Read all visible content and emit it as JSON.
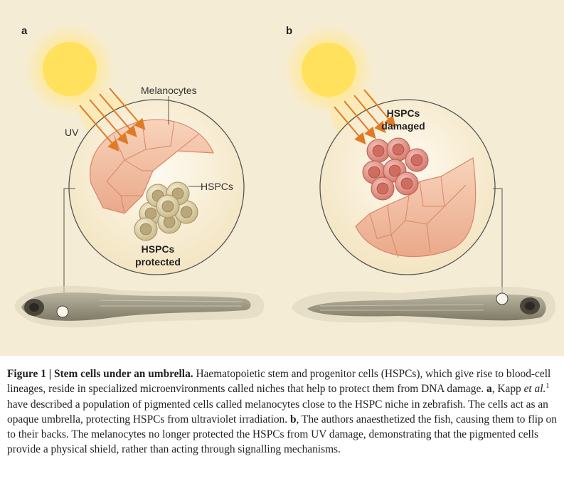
{
  "figure": {
    "panel_a": {
      "letter": "a",
      "uv_label": "UV",
      "melanocytes_label": "Melanocytes",
      "hspcs_label": "HSPCs",
      "status_line1": "HSPCs",
      "status_line2": "protected"
    },
    "panel_b": {
      "letter": "b",
      "status_line1": "HSPCs",
      "status_line2": "damaged"
    }
  },
  "caption": {
    "figure_label": "Figure 1 | Stem cells under an umbrella.",
    "intro": " Haematopoietic stem and progenitor cells (HSPCs), which give rise to blood-cell lineages, reside in specialized microenvironments called niches that help to protect them from DNA damage. ",
    "a_letter": "a",
    "a_pre": ", Kapp ",
    "et_al": "et al.",
    "ref": "1",
    "a_text": " have described a population of pigmented cells called melanocytes close to the HSPC niche in zebrafish. The cells act as an opaque umbrella, protecting HSPCs from ultraviolet irradiation. ",
    "b_letter": "b",
    "b_text": ", The authors anaesthetized the fish, causing them to flip on to their backs. The melanocytes no longer protected the HSPCs from UV damage, demonstrating that the pigmented cells provide a physical shield, rather than acting through signalling mechanisms."
  },
  "colors": {
    "panel_background": "#f5ecd6",
    "sun": "#ffe16b",
    "circle_fill": "#fbf3dc",
    "melanocyte": "#f4c2a3",
    "melanocyte_outline": "#d9866a",
    "hspc_protected": "#ddd0a8",
    "hspc_damaged": "#e89a8e",
    "uv_arrow": "#e07b25",
    "fish": "#9a9480"
  },
  "icons": [
    "sun-icon",
    "uv-arrow-icon",
    "melanocyte-umbrella-icon",
    "hspc-cell-icon",
    "zebrafish-icon"
  ]
}
